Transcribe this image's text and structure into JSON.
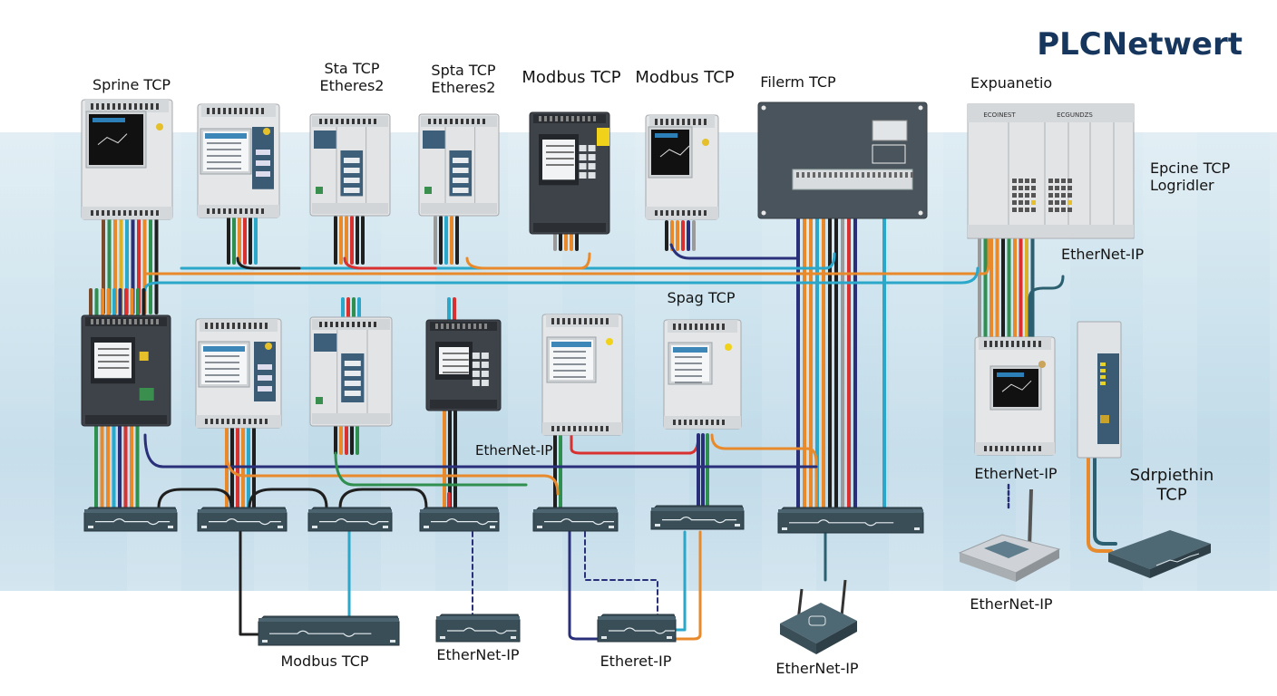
{
  "title": "PLCNetwert",
  "labels": [
    {
      "id": "label-sprine-tcp",
      "lines": [
        "Sprine TCP"
      ]
    },
    {
      "id": "label-sta-tcp",
      "lines": [
        "Sta TCP",
        "Etheres2"
      ]
    },
    {
      "id": "label-spta-tcp",
      "lines": [
        "Spta TCP",
        "Etheres2"
      ]
    },
    {
      "id": "label-modbus-tcp-1",
      "lines": [
        "Modbus TCP"
      ]
    },
    {
      "id": "label-modbus-tcp-2",
      "lines": [
        "Modbus TCP"
      ]
    },
    {
      "id": "label-filerm-tcp",
      "lines": [
        "Filerm TCP"
      ]
    },
    {
      "id": "label-expuanetio",
      "lines": [
        "Expuanetio"
      ]
    },
    {
      "id": "label-epcine-tcp",
      "lines": [
        "Epcine TCP",
        "Logridler"
      ]
    },
    {
      "id": "label-ethernet-ip-right-top",
      "lines": [
        "EtherNet-IP"
      ]
    },
    {
      "id": "label-spag-tcp",
      "lines": [
        "Spag TCP"
      ]
    },
    {
      "id": "label-ethernet-ip-middle",
      "lines": [
        "EtherNet-IP"
      ]
    },
    {
      "id": "label-ethernet-ip-right-mid",
      "lines": [
        "EtherNet-IP"
      ]
    },
    {
      "id": "label-sdrpiethin-tcp",
      "lines": [
        "Sdrpiethin",
        "TCP"
      ]
    },
    {
      "id": "label-ethernet-ip-right-bottom",
      "lines": [
        "EtherNet-IP"
      ]
    },
    {
      "id": "label-modbus-tcp-bottom",
      "lines": [
        "Modbus TCP"
      ]
    },
    {
      "id": "label-ethernet-ip-bottom-1",
      "lines": [
        "EtherNet-IP"
      ]
    },
    {
      "id": "label-etheret-ip-bottom",
      "lines": [
        "Etheret-IP"
      ]
    },
    {
      "id": "label-ethernet-ip-bottom-2",
      "lines": [
        "EtherNet-IP"
      ]
    }
  ],
  "devices": {
    "top_row": [
      {
        "id": "plc-top-1",
        "type": "plc-light-screen",
        "screen": "dark"
      },
      {
        "id": "plc-top-2",
        "type": "plc-light-hmi",
        "screen": "light"
      },
      {
        "id": "plc-top-3",
        "type": "plc-modular"
      },
      {
        "id": "plc-top-4",
        "type": "plc-modular"
      },
      {
        "id": "plc-top-5",
        "type": "plc-dark-keypad",
        "screen": "light"
      },
      {
        "id": "plc-top-6",
        "type": "plc-light-screen",
        "screen": "dark"
      },
      {
        "id": "control-panel-top",
        "type": "terminal-panel"
      },
      {
        "id": "plc-rack-expansion",
        "type": "rack",
        "header": [
          "ECOINEST",
          "ECGUNDZS"
        ]
      }
    ],
    "middle_row": [
      {
        "id": "plc-mid-1",
        "type": "plc-dark-screen"
      },
      {
        "id": "plc-mid-2",
        "type": "plc-light-hmi"
      },
      {
        "id": "plc-mid-3",
        "type": "plc-modular"
      },
      {
        "id": "plc-mid-4",
        "type": "plc-dark-keypad"
      },
      {
        "id": "plc-mid-5",
        "type": "plc-light-screen",
        "screen": "light"
      },
      {
        "id": "plc-mid-6",
        "type": "plc-light-screen",
        "screen": "light"
      },
      {
        "id": "plc-mid-right",
        "type": "plc-light-screen",
        "screen": "dark"
      },
      {
        "id": "din-ethernet-module",
        "type": "din-module"
      }
    ],
    "switches": [
      {
        "id": "switch-1"
      },
      {
        "id": "switch-2"
      },
      {
        "id": "switch-3"
      },
      {
        "id": "switch-4"
      },
      {
        "id": "switch-5"
      },
      {
        "id": "switch-6"
      },
      {
        "id": "switch-7"
      }
    ],
    "bottom_row": [
      {
        "id": "switch-bottom-modbus",
        "type": "switch"
      },
      {
        "id": "switch-bottom-ethernet-ip-1",
        "type": "switch"
      },
      {
        "id": "switch-bottom-etheret-ip",
        "type": "switch"
      },
      {
        "id": "router-bottom-ethernet-ip",
        "type": "router"
      },
      {
        "id": "wireless-access-point",
        "type": "access-point"
      },
      {
        "id": "switch-right-sdrpiethin",
        "type": "switch"
      }
    ]
  },
  "cable_colors": {
    "green": "#2f8f4e",
    "orange": "#e88a2c",
    "cyan": "#2aa7c9",
    "navy": "#2a2f7a",
    "red": "#d93030",
    "black": "#1f1f1f",
    "teal": "#2c5f6f",
    "yellow": "#d9b22a",
    "gray": "#9a9a9a",
    "brown": "#7a4a2a"
  },
  "colors": {
    "brand": "#17365d",
    "device_light": "#e6e8ea",
    "device_dark": "#3c4247",
    "switch_body": "#3a4e58",
    "background_band": "#c6dfeb"
  }
}
